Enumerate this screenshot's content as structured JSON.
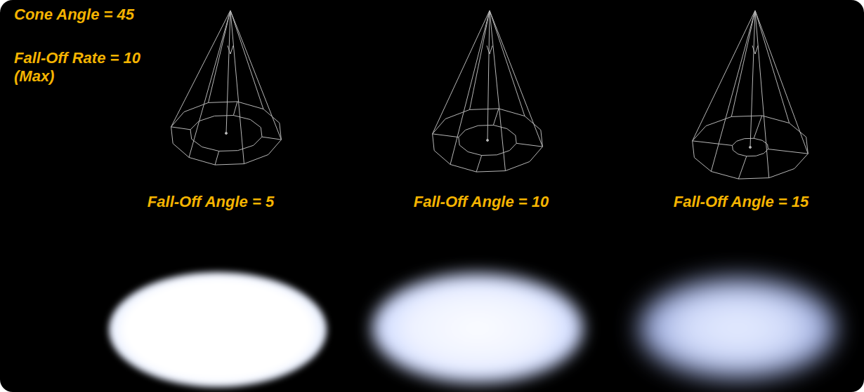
{
  "diagram": {
    "labels": [
      "Cone Angle = 45",
      "Fall-Off Rate = 10 (Max)",
      "Fall-Off Angle = 5",
      "Fall-Off Angle = 10",
      "Fall-Off Angle = 15"
    ]
  }
}
